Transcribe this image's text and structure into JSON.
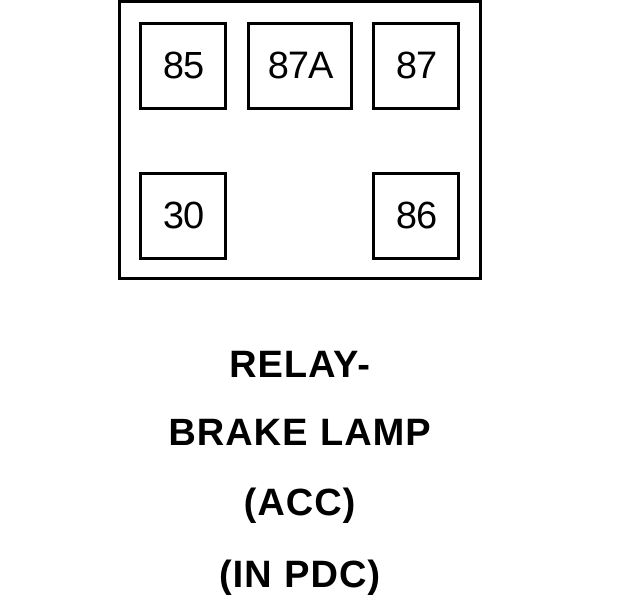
{
  "relay": {
    "terminals": [
      {
        "id": "85",
        "label": "85"
      },
      {
        "id": "87a",
        "label": "87A"
      },
      {
        "id": "87",
        "label": "87"
      },
      {
        "id": "30",
        "label": "30"
      },
      {
        "id": "86",
        "label": "86"
      }
    ]
  },
  "caption": {
    "line1": "RELAY-",
    "line2": "BRAKE LAMP",
    "line3": "(ACC)",
    "line4": "(IN PDC)"
  }
}
